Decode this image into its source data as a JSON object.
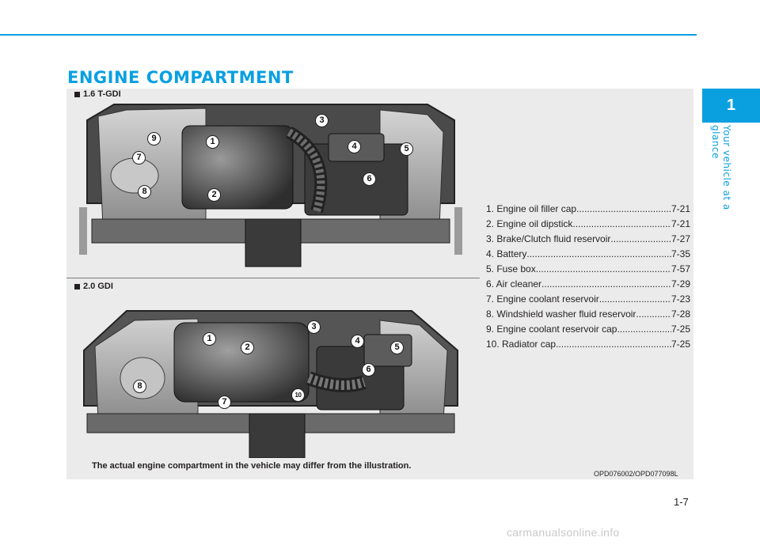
{
  "header": {
    "title": "ENGINE COMPARTMENT"
  },
  "sections": [
    {
      "label": "1.6 T-GDI"
    },
    {
      "label": "2.0 GDI"
    }
  ],
  "callouts_top": [
    "1",
    "2",
    "3",
    "4",
    "5",
    "6",
    "7",
    "8",
    "9"
  ],
  "callouts_bottom": [
    "1",
    "2",
    "3",
    "4",
    "5",
    "6",
    "7",
    "8",
    "10"
  ],
  "legend": [
    {
      "text": "1. Engine oil filler cap ",
      "page": "7-21"
    },
    {
      "text": "2. Engine oil dipstick ",
      "page": "7-21"
    },
    {
      "text": "3. Brake/Clutch fluid reservoir",
      "page": "7-27"
    },
    {
      "text": "4. Battery ",
      "page": "7-35"
    },
    {
      "text": "5. Fuse box ",
      "page": "7-57"
    },
    {
      "text": "6. Air cleaner",
      "page": "7-29"
    },
    {
      "text": "7. Engine coolant reservoir ",
      "page": "7-23"
    },
    {
      "text": "8. Windshield washer fluid reservoir ",
      "page": "7-28"
    },
    {
      "text": "9. Engine coolant reservoir cap ",
      "page": "7-25"
    },
    {
      "text": "10. Radiator cap ",
      "page": "7-25"
    }
  ],
  "caption": "The actual engine compartment in the vehicle may differ from the illustration.",
  "figure_code": "OPD076002/OPD077098L",
  "page_number": "1-7",
  "side_tab": {
    "number": "1",
    "chapter": "Your vehicle at a glance"
  },
  "watermark": "carmanualsonline.info",
  "colors": {
    "accent": "#0aa0e0",
    "panel": "#ebebeb",
    "text": "#231f20"
  }
}
